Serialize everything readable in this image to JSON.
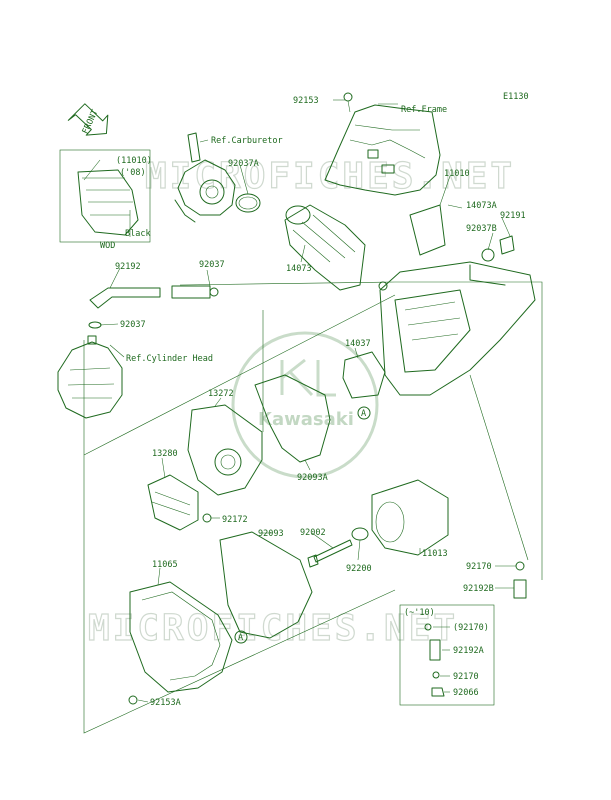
{
  "diagram_code": "E1130",
  "front_arrow_label": "FRONT",
  "watermark_text": "MICROFICHES.NET",
  "logo_text": "Kawasaki",
  "callouts": {
    "p92153_top": "92153",
    "ref_frame": "Ref.Frame",
    "ref_carburetor": "Ref.Carburetor",
    "p92037a": "92037A",
    "p11010_top": "(11010)",
    "p11010_year": "('08)",
    "black": "Black",
    "wod": "WOD",
    "p11010": "11010",
    "p14073a": "14073A",
    "p92191": "92191",
    "p92037b": "92037B",
    "p14073": "14073",
    "p92192": "92192",
    "p92037_mid": "92037",
    "p92037_low": "92037",
    "ref_cylinder_head": "Ref.Cylinder Head",
    "p14037": "14037",
    "p13272": "13272",
    "marker_a": "A",
    "p92093a": "92093A",
    "p13280": "13280",
    "p92172": "92172",
    "p92093": "92093",
    "p92002": "92002",
    "p11013": "11013",
    "p92200": "92200",
    "p11065": "11065",
    "p92170": "92170",
    "p92192b": "92192B",
    "box_range": "(~'10)",
    "box_92170_paren": "(92170)",
    "box_92192a": "92192A",
    "box_92170": "92170",
    "box_92066": "92066",
    "p92153a": "92153A"
  }
}
